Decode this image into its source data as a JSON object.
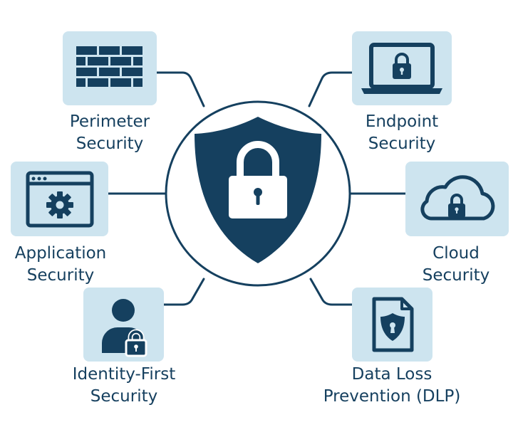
{
  "diagram": {
    "center": {
      "icon": "shield-lock-icon"
    },
    "colors": {
      "primary": "#15405f",
      "tile_background": "#cde4ef",
      "connector": "#15405f",
      "text": "#16405f",
      "background": "#ffffff"
    },
    "nodes": [
      {
        "key": "perimeter",
        "icon": "firewall-icon",
        "label_lines": [
          "Perimeter",
          "Security"
        ]
      },
      {
        "key": "endpoint",
        "icon": "laptop-lock-icon",
        "label_lines": [
          "Endpoint",
          "Security"
        ]
      },
      {
        "key": "application",
        "icon": "app-window-gear-icon",
        "label_lines": [
          "Application",
          "Security"
        ]
      },
      {
        "key": "cloud",
        "icon": "cloud-lock-icon",
        "label_lines": [
          "Cloud",
          "Security"
        ]
      },
      {
        "key": "identity",
        "icon": "user-lock-icon",
        "label_lines": [
          "Identity-First",
          "Security"
        ]
      },
      {
        "key": "dlp",
        "icon": "document-shield-icon",
        "label_lines": [
          "Data Loss",
          "Prevention (DLP)"
        ]
      }
    ]
  }
}
